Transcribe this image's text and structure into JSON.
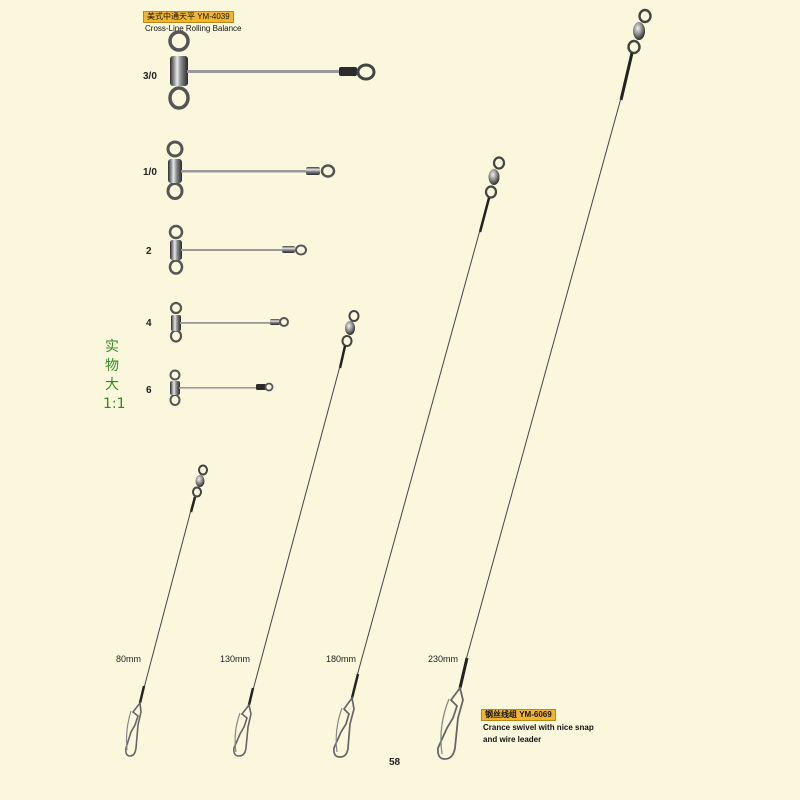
{
  "balance_section": {
    "tag_label": "美式中通天平  YM-4039",
    "description": "Cross-Line Rolling Balance",
    "sizes": [
      "3/0",
      "1/0",
      "2",
      "4",
      "6"
    ]
  },
  "scale_note": "实物大1:1",
  "leader_section": {
    "tag_label": "钢丝线组   YM-6069",
    "description_lines": [
      "Crance swivel with nice snap",
      "and wire leader"
    ],
    "lengths": [
      "80mm",
      "130mm",
      "180mm",
      "230mm"
    ]
  },
  "page_number": "58",
  "colors": {
    "background": "#fbf7dd",
    "tag_background": "#f1b62c",
    "scale_note": "#2f8a1e"
  }
}
